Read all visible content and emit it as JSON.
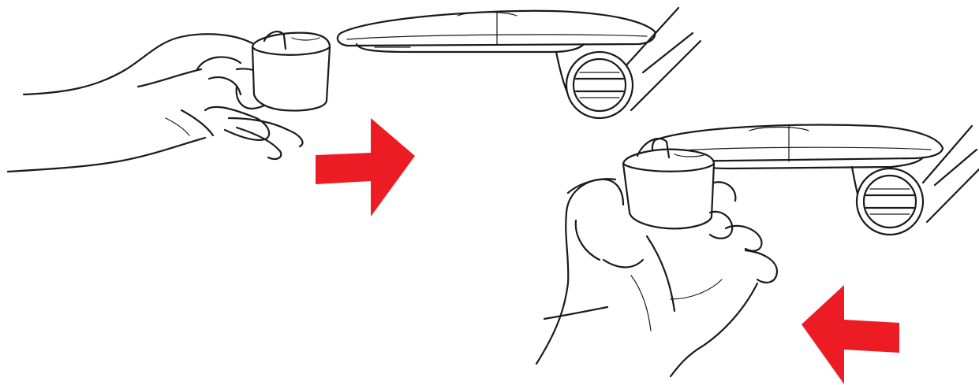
{
  "figure": {
    "panels": [
      {
        "step": "before",
        "action": "hold-cap-near-mount"
      },
      {
        "step": "after",
        "action": "press-cap-onto-mount"
      }
    ],
    "arrows": [
      {
        "direction": "right"
      },
      {
        "direction": "left"
      }
    ],
    "colors": {
      "line_art": "#1a1a1a",
      "arrow": "#ed1c24",
      "background": "#ffffff"
    },
    "icons": [
      "hand",
      "round-cap",
      "device-body",
      "tilt-knob",
      "support-arm",
      "direction-arrow"
    ]
  }
}
